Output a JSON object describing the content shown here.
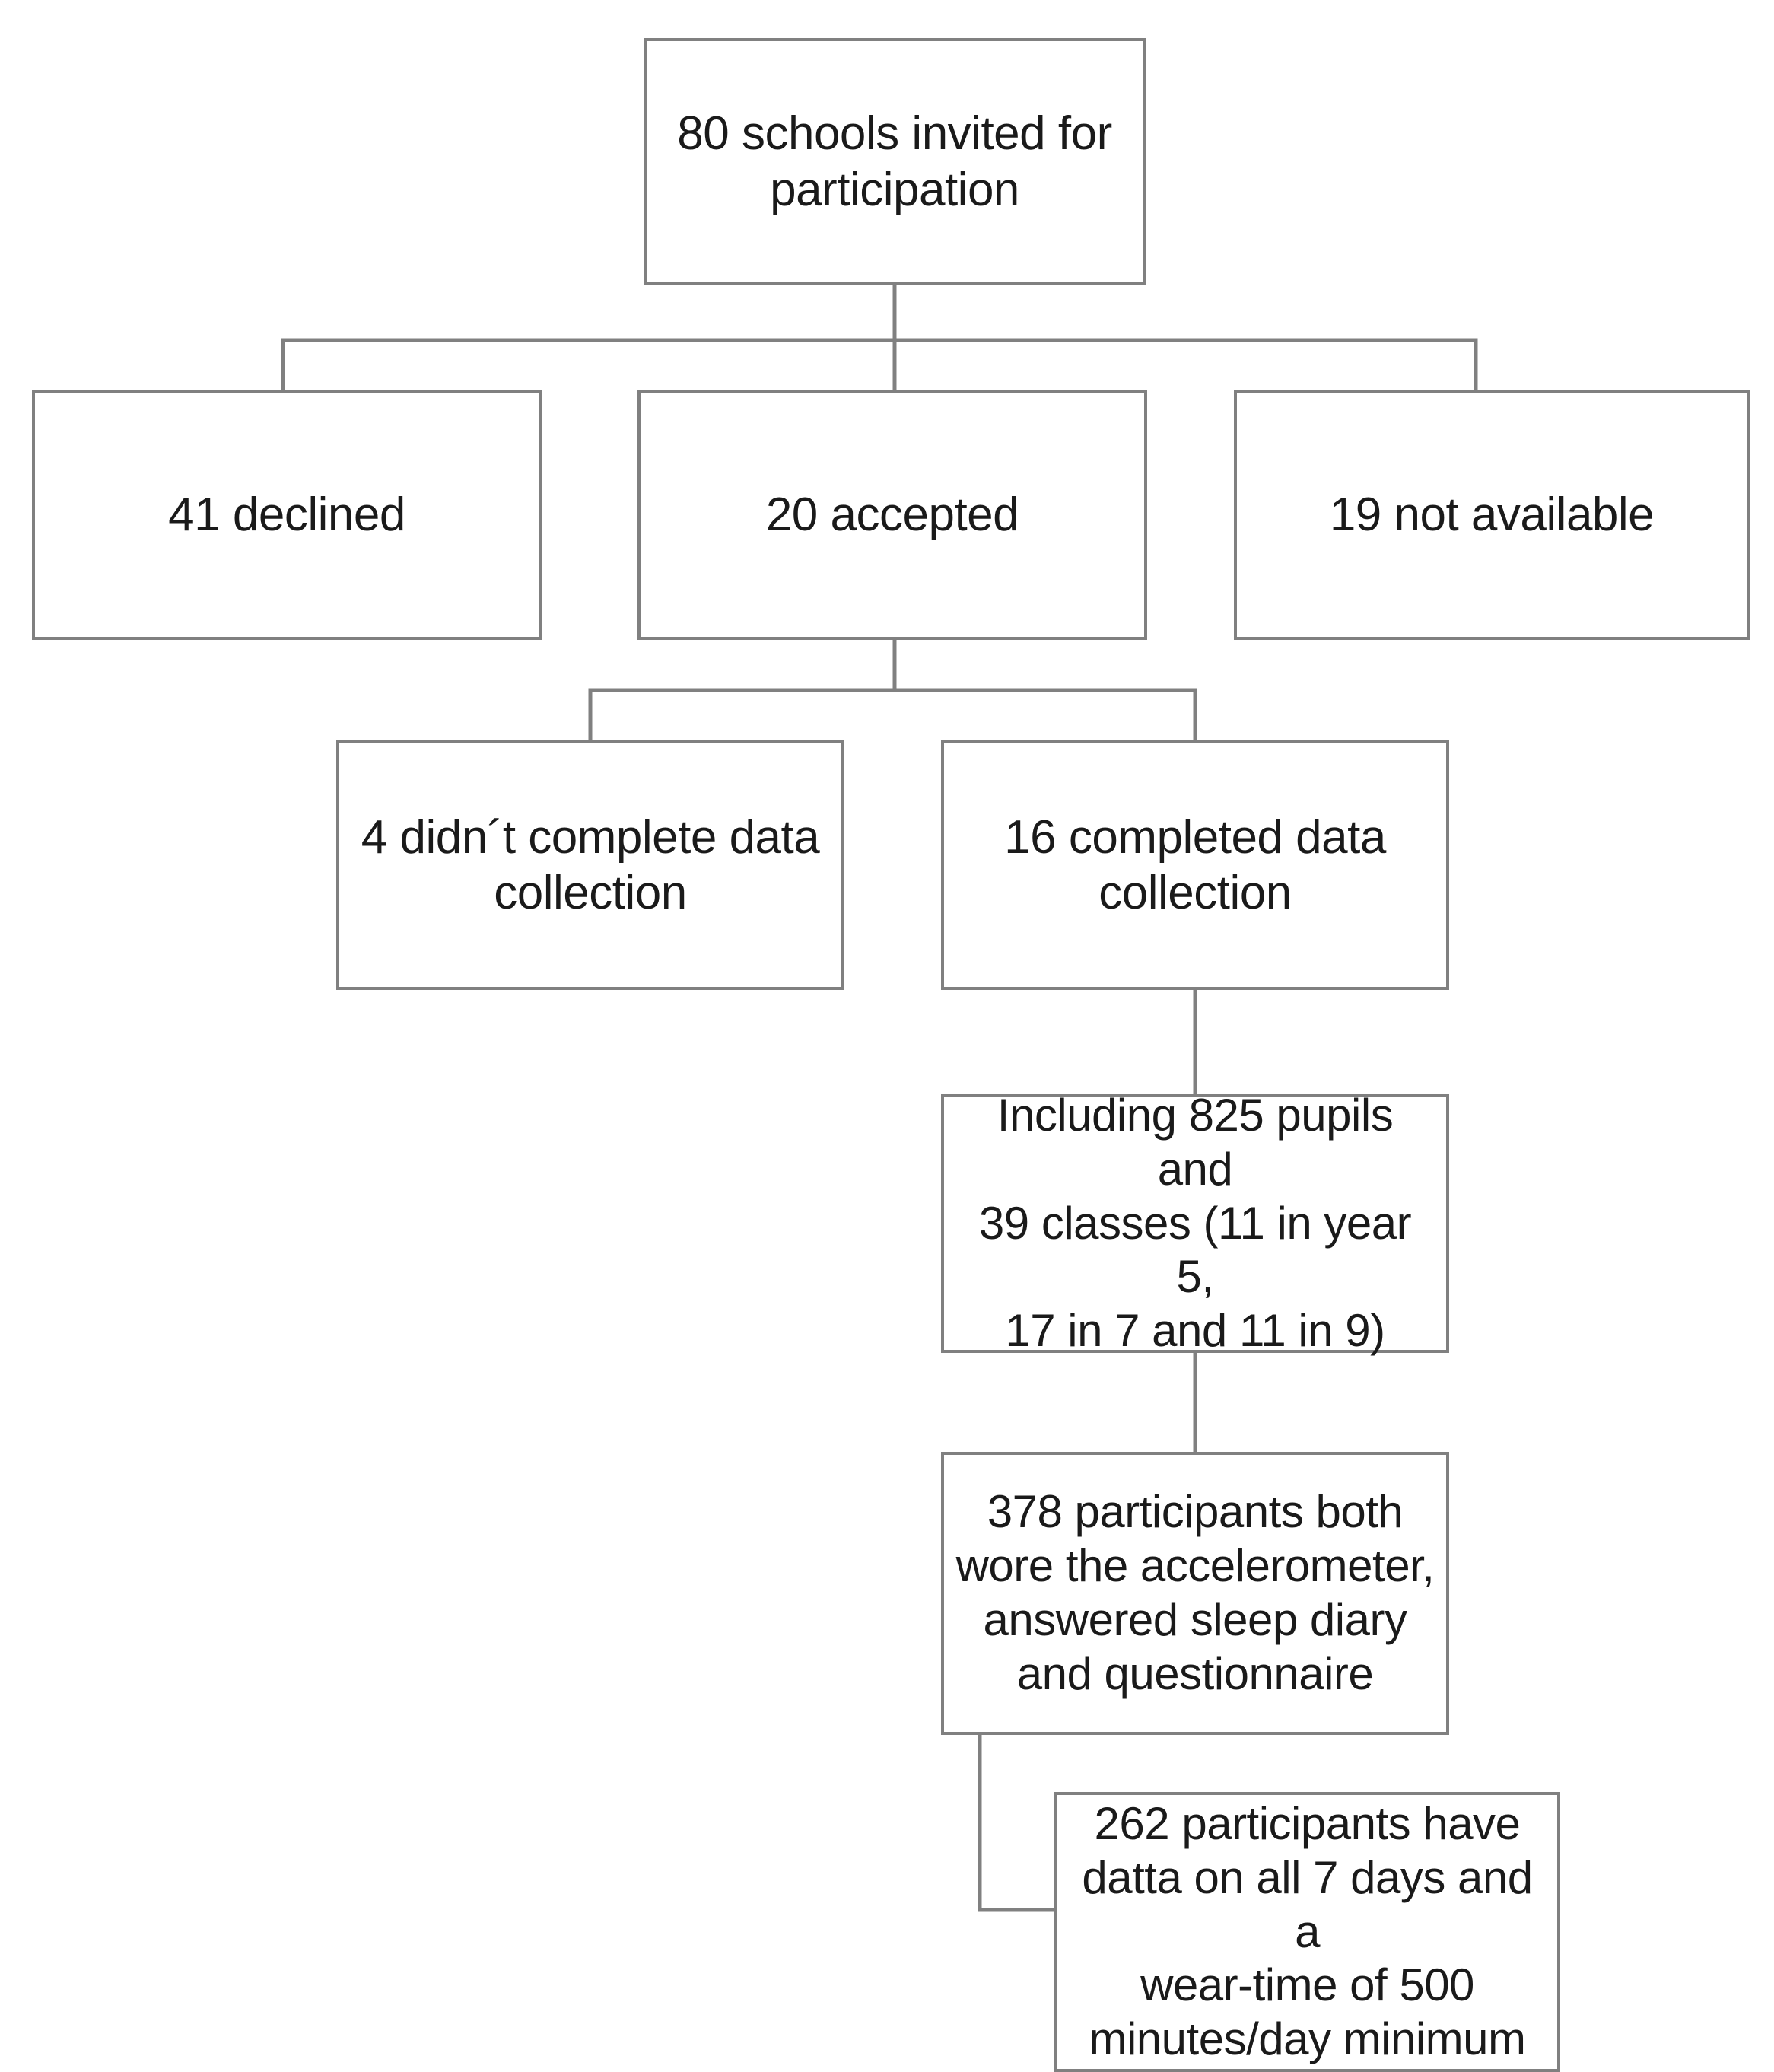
{
  "chart_data": {
    "type": "diagram",
    "title": "Study participant flow diagram",
    "nodes": [
      {
        "id": "invited",
        "label": "80 schools invited for\nparticipation",
        "count": 80
      },
      {
        "id": "declined",
        "label": "41 declined",
        "count": 41
      },
      {
        "id": "accepted",
        "label": "20 accepted",
        "count": 20
      },
      {
        "id": "notavail",
        "label": "19 not available",
        "count": 19
      },
      {
        "id": "incomplete",
        "label": "4 didn´t complete data\ncollection",
        "count": 4
      },
      {
        "id": "completed",
        "label": "16 completed data\ncollection",
        "count": 16
      },
      {
        "id": "pupils",
        "label": "Including 825 pupils and\n39 classes (11 in year 5,\n17 in 7 and 11 in 9)",
        "count": 825
      },
      {
        "id": "both",
        "label": "378 participants both\nwore the accelerometer,\nanswered sleep diary\nand questionnaire",
        "count": 378
      },
      {
        "id": "weartime",
        "label": "262 participants have\ndatta on all 7 days and a\nwear-time of 500\nminutes/day minimum",
        "count": 262
      }
    ],
    "edges": [
      {
        "from": "invited",
        "to": "declined"
      },
      {
        "from": "invited",
        "to": "accepted"
      },
      {
        "from": "invited",
        "to": "notavail"
      },
      {
        "from": "accepted",
        "to": "incomplete"
      },
      {
        "from": "accepted",
        "to": "completed"
      },
      {
        "from": "completed",
        "to": "pupils"
      },
      {
        "from": "pupils",
        "to": "both"
      },
      {
        "from": "both",
        "to": "weartime"
      }
    ],
    "colors": {
      "box_border": "#808080",
      "connector": "#808080",
      "text": "#1a1a1a",
      "background": "#ffffff"
    }
  },
  "boxes": {
    "invited": {
      "label": "80 schools invited for\nparticipation"
    },
    "declined": {
      "label": "41 declined"
    },
    "accepted": {
      "label": "20 accepted"
    },
    "notavail": {
      "label": "19 not available"
    },
    "incomplete": {
      "label": "4 didn´t complete data\ncollection"
    },
    "completed": {
      "label": "16 completed data\ncollection"
    },
    "pupils": {
      "label": "Including 825 pupils and\n39 classes (11 in year 5,\n17 in 7 and 11 in 9)"
    },
    "both": {
      "label": "378 participants both\nwore the accelerometer,\nanswered sleep diary\nand questionnaire"
    },
    "weartime": {
      "label": "262 participants have\ndatta on all 7 days and a\nwear-time of 500\nminutes/day minimum"
    }
  }
}
